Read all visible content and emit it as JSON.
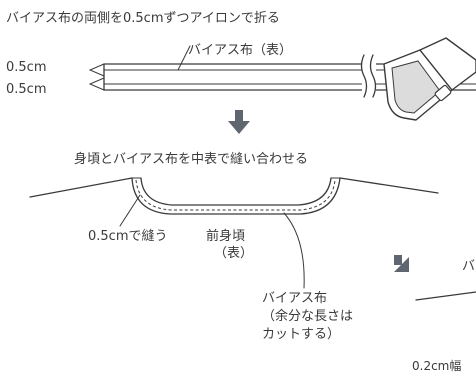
{
  "step1": {
    "heading": "バイアス布の両側を0.5cmずつアイロンで折る",
    "fabric_label": "バイアス布（表）",
    "fold_top": "0.5cm",
    "fold_bottom": "0.5cm"
  },
  "step2": {
    "heading": "身頃とバイアス布を中表で縫い合わせる",
    "seam_label": "0.5cmで縫う",
    "bodice_label_line1": "前身頃",
    "bodice_label_line2": "（表）",
    "bias_label_line1": "バイアス布",
    "bias_label_line2": "（余分な長さは",
    "bias_label_line3": "カットする）"
  },
  "step3": {
    "partial_label": "バ",
    "partial_width": "0.2cm幅"
  },
  "colors": {
    "line": "#3a3a3a",
    "arrow": "#5f6670",
    "background": "#ffffff"
  },
  "icons": [
    "iron-icon",
    "down-arrow-icon",
    "diagonal-arrow-icon",
    "break-mark-icon"
  ]
}
